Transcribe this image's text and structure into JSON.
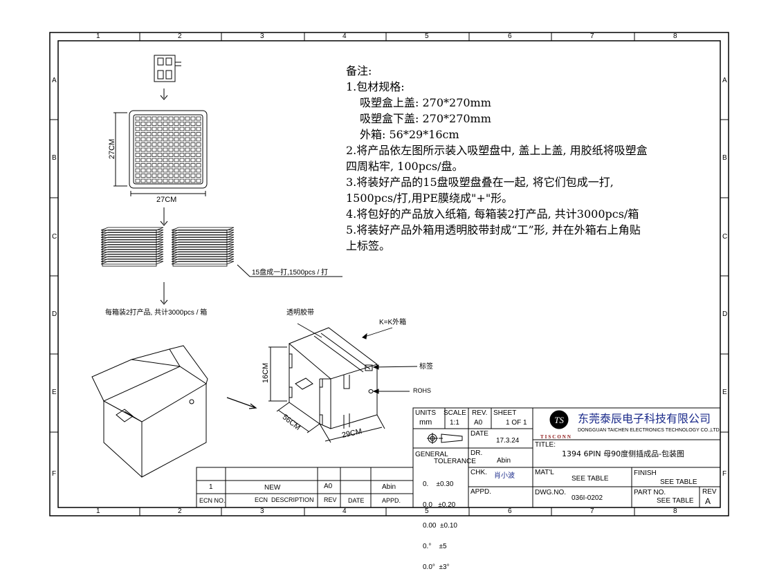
{
  "border": {
    "columns": [
      "1",
      "2",
      "3",
      "4",
      "5",
      "6",
      "7",
      "8"
    ],
    "rows": [
      "A",
      "B",
      "C",
      "D",
      "E",
      "F"
    ]
  },
  "notes": {
    "heading": "备注:",
    "lines": [
      "1.包材规格:",
      "吸塑盒上盖: 270*270mm",
      "吸塑盒下盖: 270*270mm",
      "外箱: 56*29*16cm",
      "2.将产品依左图所示装入吸塑盘中, 盖上上盖, 用胶纸将吸塑盒",
      "四周粘牢, 100pcs/盘。",
      "3.将装好产品的15盘吸塑盘叠在一起, 将它们包成一打,",
      "1500pcs/打,用PE膜绕成\"+\"形。",
      "4.将包好的产品放入纸箱, 每箱装2打产品, 共计3000pcs/箱",
      "5.将装好产品外箱用透明胶带封成“工”形, 并在外箱右上角贴",
      "上标签。"
    ]
  },
  "drawing": {
    "tray_height": "27CM",
    "tray_width": "27CM",
    "stack_label": "15盘成一打,1500pcs / 打",
    "box_label": "每箱装2打产品, 共计3000pcs / 箱",
    "tape_label": "透明胶带",
    "carton_label": "K=K外箱",
    "sticker_label": "标签",
    "rohs_label": "ROHS",
    "box_height": "16CM",
    "box_length": "56CM",
    "box_width": "29CM"
  },
  "title_block": {
    "units_label": "UNITS",
    "units": "mm",
    "scale_label": "SCALE",
    "scale": "1:1",
    "rev_label": "REV.",
    "rev": "A0",
    "sheet_label": "SHEET",
    "sheet": "1 OF 1",
    "date_label": "DATE",
    "date": "17.3.24",
    "general": "GENERAL",
    "tolerance": "TOLERANCE",
    "tolerances": [
      "0.    ±0.30",
      "0.0   ±0.20",
      "0.00  ±0.10",
      "0.°    ±5",
      "0.0°  ±3°"
    ],
    "dr_label": "DR.",
    "dr": "Abin",
    "chk_label": "CHK.",
    "chk": "肖小波",
    "appd_label": "APPD.",
    "company_cn": "东莞泰辰电子科技有限公司",
    "company_en": "DONGGUAN TAICHEN ELECTRONICS TECHNOLOGY CO.,LTD",
    "logo_text": "TISCONN",
    "title_label": "TITLE:",
    "title": "1394 6PIN 母90度侧插成品-包装图",
    "matl_label": "MAT'L",
    "matl": "SEE TABLE",
    "finish_label": "FINISH",
    "finish": "SEE TABLE",
    "dwg_label": "DWG.NO.",
    "dwg": "036I-0202",
    "part_label": "PART NO.",
    "part": "SEE TABLE",
    "rev2_label": "REV",
    "rev2": "A"
  },
  "ecn_table": {
    "headers": [
      "ECN NO.",
      "ECN  DESCRIPTION",
      "REV",
      "DATE",
      "APPD."
    ],
    "rows": [
      [
        "1",
        "NEW",
        "A0",
        "",
        "Abin"
      ]
    ]
  }
}
